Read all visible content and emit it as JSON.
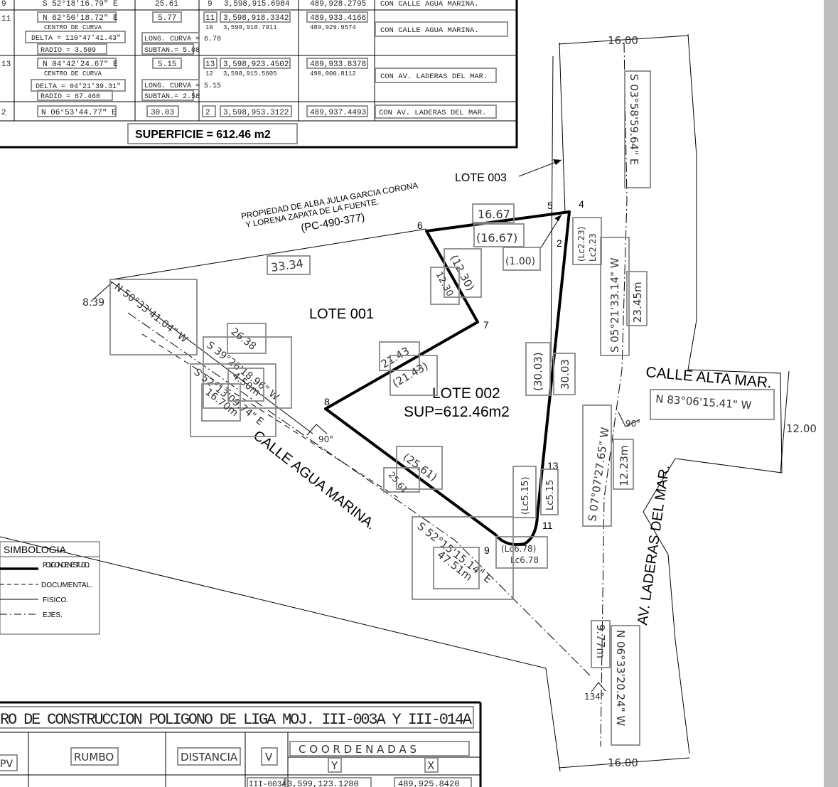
{
  "top_table": {
    "rows": [
      {
        "rumbo": "S 52°18'16.79\" E",
        "distancia": "25.61",
        "v": "9",
        "y": "3,598,915.6984",
        "x": "489,928.2795",
        "colindancia": "CON CALLE AGUA MARINA."
      },
      {
        "rumbo": "N 62°50'18.72\" E",
        "distancia": "5.77",
        "v": "11",
        "y": "3,598,918.3342",
        "x": "489,933.4166",
        "colindancia": ""
      },
      {
        "rumbo": "CENTRO DE CURVA",
        "distancia": "",
        "v": "10",
        "y": "3,598,918.7911",
        "x": "489,929.9574",
        "colindancia": "CON CALLE AGUA MARINA."
      },
      {
        "rumbo": "N 04°42'24.67\" E",
        "distancia": "5.15",
        "v": "13",
        "y": "3,598,923.4502",
        "x": "489,933.8378",
        "colindancia": ""
      },
      {
        "rumbo": "CENTRO DE CURVA",
        "distancia": "",
        "v": "12",
        "y": "3,598,915.5605",
        "x": "490,000.8112",
        "colindancia": "CON AV. LADERAS DEL MAR."
      },
      {
        "rumbo": "N 06°53'44.77\" E",
        "distancia": "30.03",
        "v": "2",
        "y": "3,598,953.3122",
        "x": "489,937.4493",
        "colindancia": "CON AV. LADERAS DEL MAR."
      }
    ],
    "curve1": {
      "delta": "DELTA = 110°47'41.43\"",
      "radio": "RADIO = 3.509",
      "long": "LONG. CURVA = 6.78",
      "subtan": "SUBTAN.= 5.08"
    },
    "curve2": {
      "delta": "DELTA = 04°21'39.31\"",
      "radio": "RADIO = 67.460",
      "long": "LONG. CURVA = 5.15",
      "subtan": "SUBTAN.= 2.58"
    },
    "left_cells": [
      "9",
      "11",
      "13",
      "2"
    ],
    "superficie": "SUPERFICIE = 612.46 m2"
  },
  "plan": {
    "lote_001": "LOTE 001",
    "lote_002": "LOTE 002",
    "sup": "SUP=612.46m2",
    "lote_003": "LOTE 003",
    "propiedad_1": "PROPIEDAD DE ALBA JULIA GARCIA CORONA",
    "propiedad_2": "Y LORENA ZAPATA DE LA FUENTE.",
    "propiedad_3": "(PC-490-377)",
    "streets": {
      "agua_marina": "CALLE AGUA MARINA.",
      "alta_mar": "CALLE ALTA MAR.",
      "laderas": "AV. LADERAS DEL MAR."
    },
    "vertices": [
      "4",
      "5",
      "2",
      "6",
      "7",
      "8",
      "9",
      "11",
      "13"
    ],
    "distances": {
      "d_16_67": "16.67",
      "d_16_67p": "(16.67)",
      "d_1_00p": "(1.00)",
      "d_12_30p": "(12.30)",
      "d_12_30": "12.30",
      "d_21_43": "21.43",
      "d_21_43p": "(21.43)",
      "d_30_03p": "(30.03)",
      "d_30_03": "30.03",
      "d_25_61p": "(25.61)",
      "d_25_61": "25.61",
      "d_lc515p": "(Lc5.15)",
      "d_lc515": "Lc5.15",
      "d_lc678p": "(Lc6.78)",
      "d_lc678": "Lc6.78",
      "d_lc223p": "(Lc2.23)",
      "d_lc223": "Lc2.23",
      "d_33_34": "33.34",
      "d_8_39": "8.39",
      "d_26_38": "26.38",
      "d_4_50": "4.50m",
      "d_16_70": "16.70m",
      "d_47_51": "47.51m",
      "d_23_45": "23.45m",
      "d_12_23": "12.23m",
      "d_9_77": "9.77m",
      "d_16_00": "16.00",
      "d_12_00": "12.00"
    },
    "bearings": {
      "b1": "N 50°33'41.04\" W",
      "b2": "S 39°26'18.96\" W",
      "b3": "S 52°13'09.74\" E",
      "b4": "S 52°15'15.14\" E",
      "b5": "S 03°58'59.64\" E",
      "b6": "S 05°21'33.14\" W",
      "b7": "N 83°06'15.41\" W",
      "b8": "S 07°07'27.65\" W",
      "b9": "N 06°33'20.24\" W"
    },
    "angles": {
      "a90a": "90°",
      "a90b": "90°",
      "a134": "134°"
    }
  },
  "legend": {
    "title": "SIMBOLOGIA",
    "items": [
      "POLIGONO EN ESTUDIO.",
      "DOCUMENTAL.",
      "FISICO.",
      "EJES."
    ]
  },
  "bottom_table": {
    "title": "RO DE CONSTRUCCION POLIGONO DE LIGA MOJ. III-003A Y III-014A",
    "h_left": "PV",
    "h_rumbo": "RUMBO",
    "h_distancia": "DISTANCIA",
    "h_v": "V",
    "h_coordenadas": "C O O R D E N A D A S",
    "h_y": "Y",
    "h_x": "X",
    "row_v": "III-003A",
    "row_y": "3,599,123.1280",
    "row_x": "489,925.8420"
  }
}
